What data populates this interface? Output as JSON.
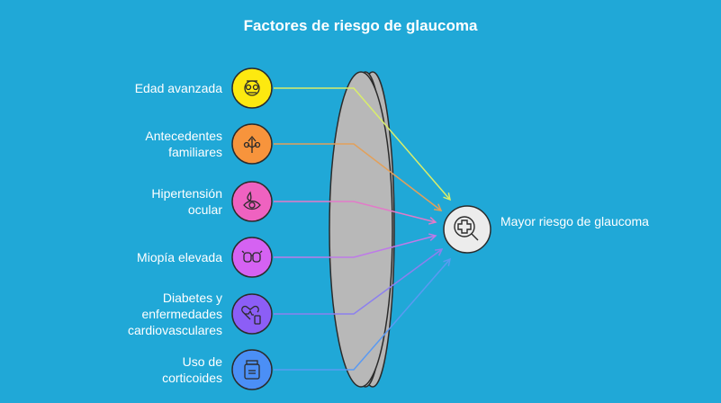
{
  "title": "Factores de riesgo de glaucoma",
  "factors": [
    {
      "label": "Edad avanzada",
      "icon": "elderly-face-icon",
      "color": "#fde910",
      "line": "#d9ee6a"
    },
    {
      "label": "Antecedentes familiares",
      "icon": "family-tree-icon",
      "color": "#f7943c",
      "line": "#e2a05a"
    },
    {
      "label": "Hipertensión ocular",
      "icon": "eye-drop-icon",
      "color": "#ef62c0",
      "line": "#e27ac8"
    },
    {
      "label": "Miopía elevada",
      "icon": "glasses-icon",
      "color": "#d562f2",
      "line": "#be7ae8"
    },
    {
      "label": "Diabetes y enfermedades cardiovasculares",
      "icon": "heart-device-icon",
      "color": "#8c5ef6",
      "line": "#8c80ee"
    },
    {
      "label": "Uso de corticoides",
      "icon": "medicine-bottle-icon",
      "color": "#4b8ff6",
      "line": "#5a9af2"
    }
  ],
  "outcome": {
    "label": "Mayor riesgo de glaucoma",
    "icon": "medical-search-icon",
    "color": "#ececec"
  }
}
